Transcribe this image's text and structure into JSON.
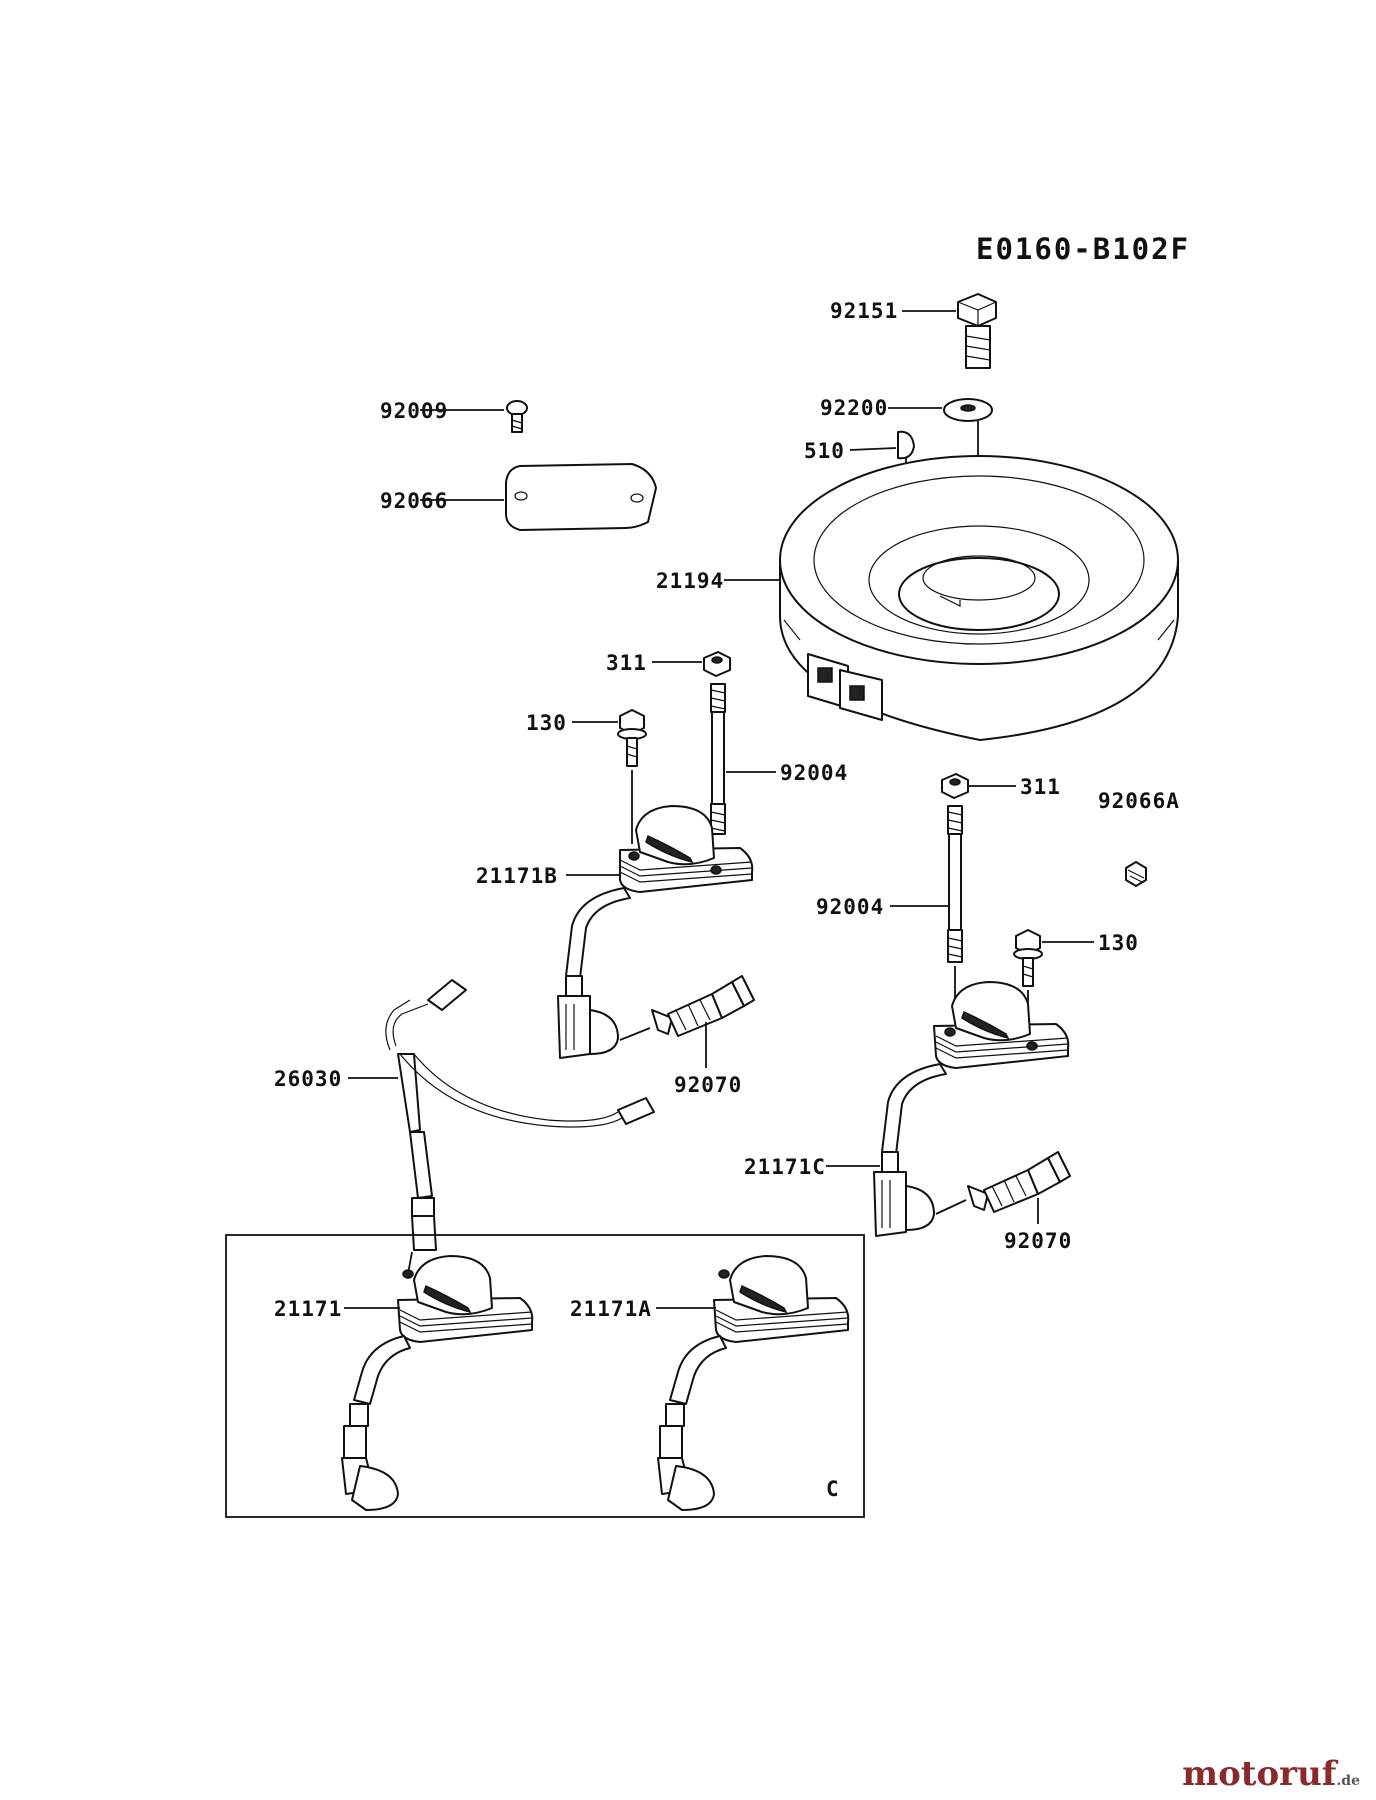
{
  "diagram_code": "E0160-B102F",
  "labels": {
    "p92151": "92151",
    "p92200": "92200",
    "p510": "510",
    "p92009": "92009",
    "p92066": "92066",
    "p21194": "21194",
    "p311_a": "311",
    "p130_a": "130",
    "p92004_a": "92004",
    "p311_b": "311",
    "p92066A": "92066A",
    "p21171B": "21171B",
    "p92004_b": "92004",
    "p130_b": "130",
    "p26030": "26030",
    "p92070_a": "92070",
    "p21171C": "21171C",
    "p92070_b": "92070",
    "p21171": "21171",
    "p21171A": "21171A",
    "box_letter": "C"
  },
  "watermark": {
    "brand": "motoruf",
    "tld": ".de",
    "colors": {
      "brand_dark": "#8a2a2a",
      "brand_green": "#1d6b2c"
    }
  }
}
